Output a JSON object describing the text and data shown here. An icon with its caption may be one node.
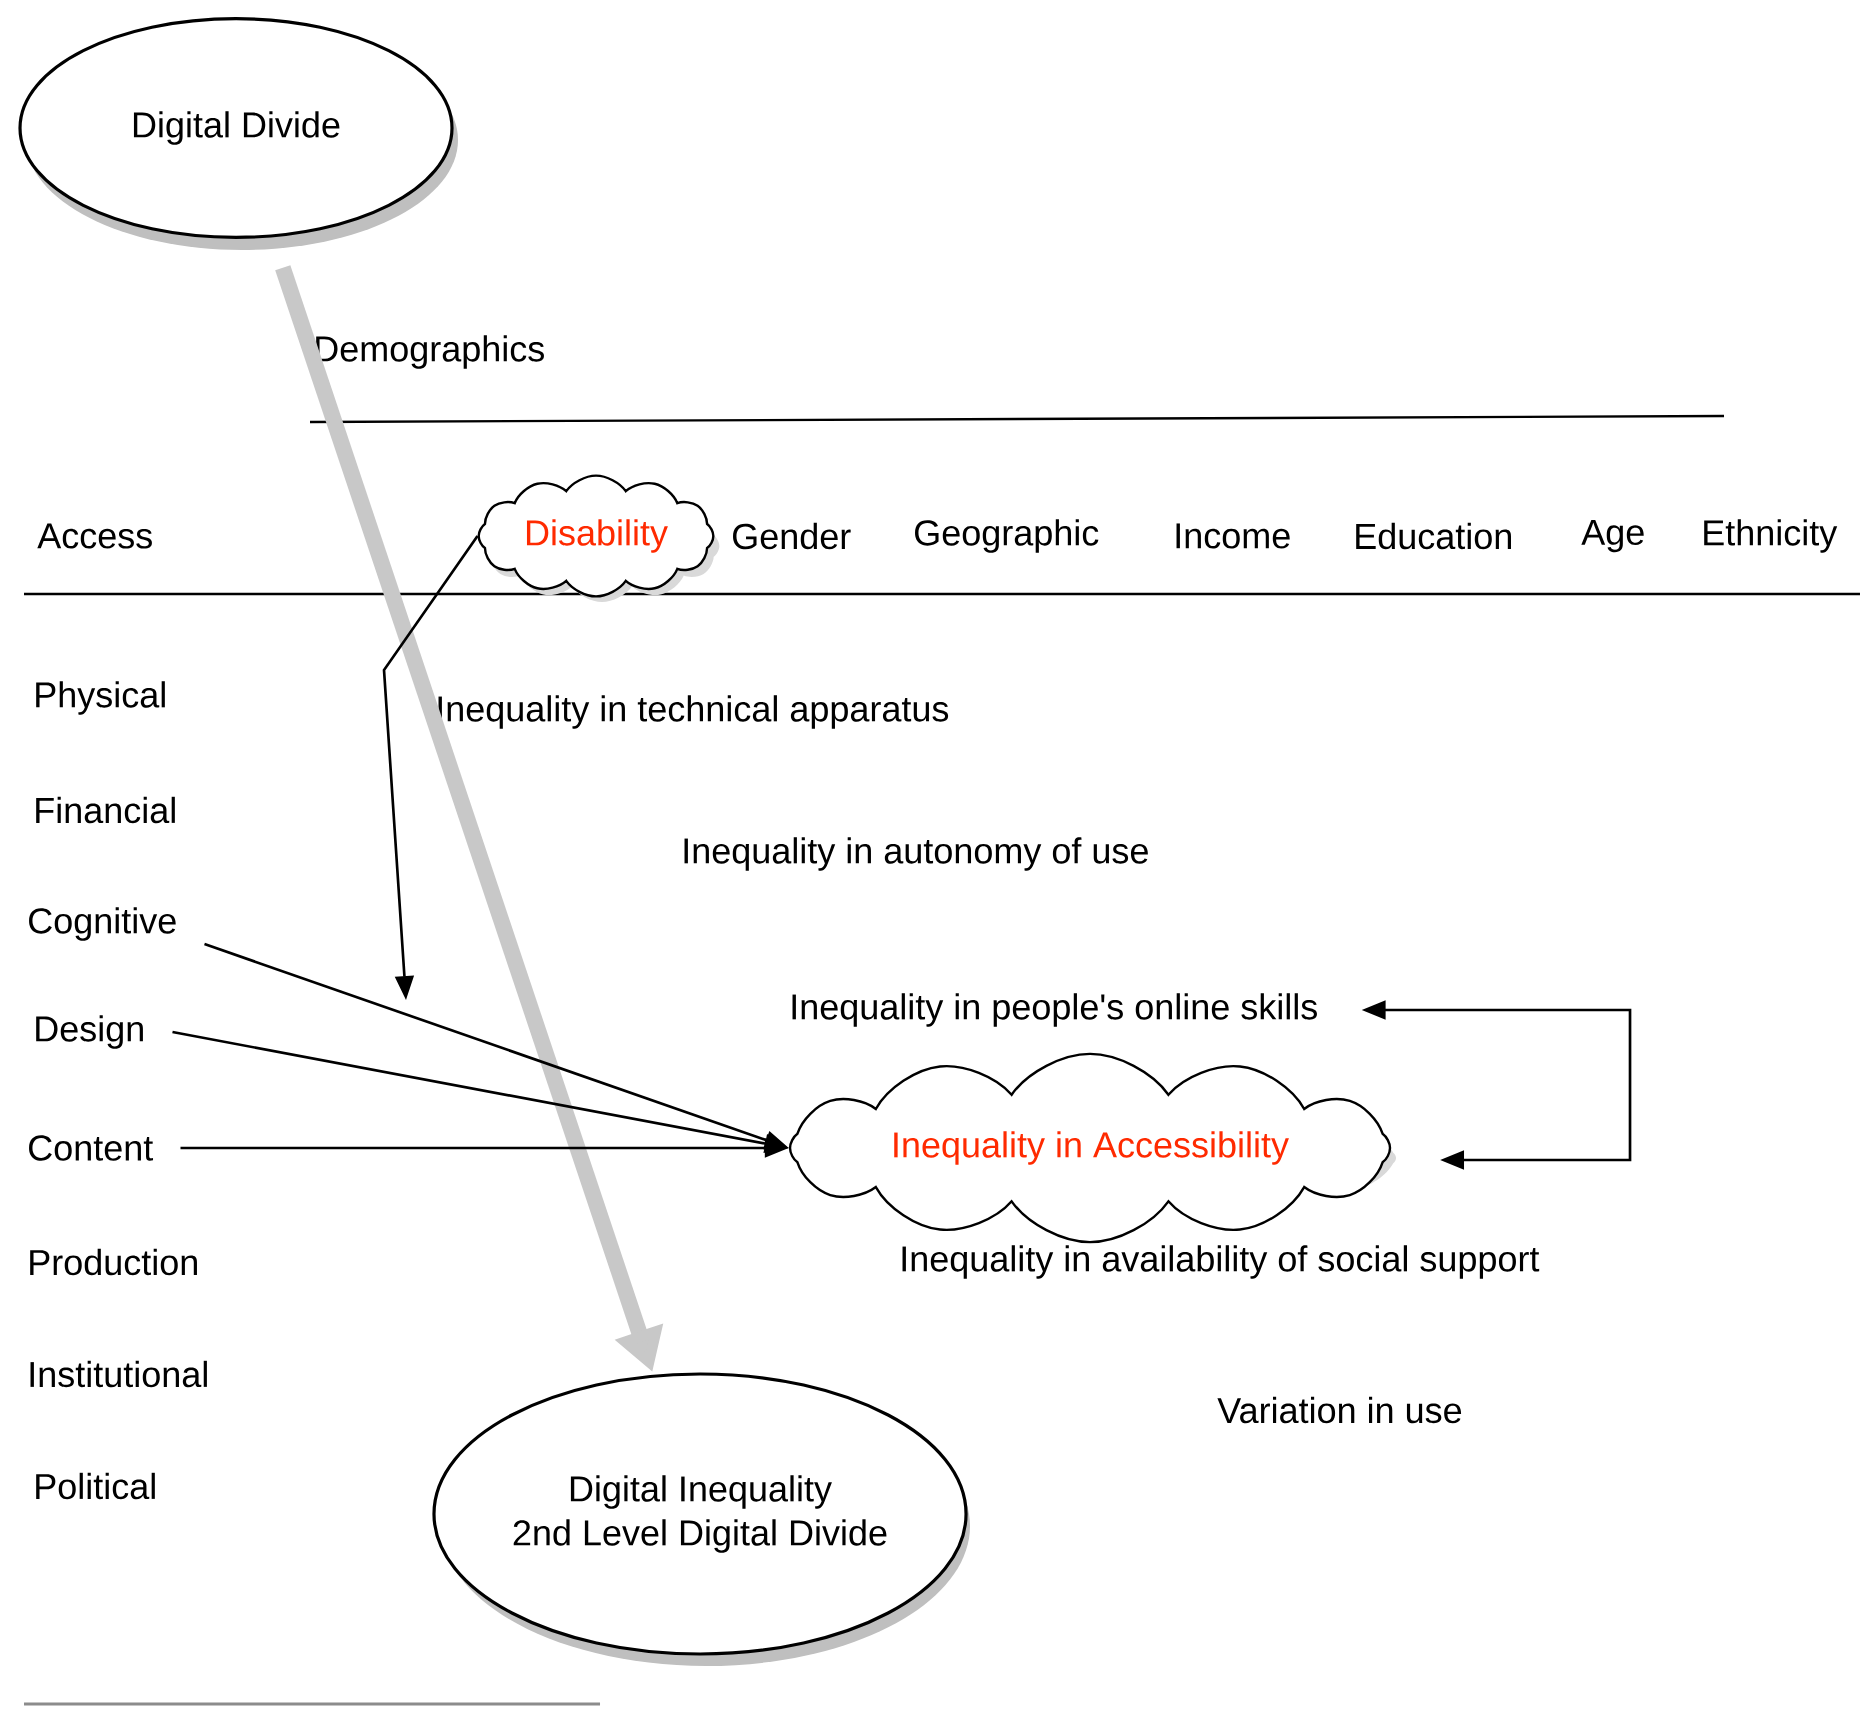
{
  "diagram": {
    "nodes": [
      {
        "text": [
          "Digital Divide"
        ]
      },
      {
        "text": [
          "Disability"
        ]
      },
      {
        "text": [
          "Cognitive"
        ]
      },
      {
        "text": [
          "Design"
        ]
      },
      {
        "text": [
          "Content"
        ]
      },
      {
        "text": [
          "Inequality in Accessibility"
        ]
      },
      {
        "text": [
          "Inequality in people's online skills"
        ]
      },
      {
        "text": [
          "Digital Inequality",
          "2nd Level Digital Divide"
        ]
      }
    ],
    "edges": [
      {
        "from": 0,
        "to": 7,
        "arrow": "to",
        "style": "thick",
        "color": "#c8c8c8"
      },
      {
        "from": 1,
        "to": null,
        "arrow": "to"
      },
      {
        "from": 2,
        "to": 5,
        "arrow": "to"
      },
      {
        "from": 3,
        "to": 5,
        "arrow": "to"
      },
      {
        "from": 4,
        "to": 5,
        "arrow": "to"
      },
      {
        "from": 6,
        "to": 5,
        "arrow": "both"
      }
    ],
    "labels": [
      "Demographics",
      "Access",
      "Gender",
      "Geographic",
      "Income",
      "Education",
      "Age",
      "Ethnicity",
      "Physical",
      "Inequality in technical apparatus",
      "Financial",
      "Inequality in autonomy of use",
      "Production",
      "Inequality in availability of social support",
      "Institutional",
      "Variation in use",
      "Political"
    ]
  }
}
